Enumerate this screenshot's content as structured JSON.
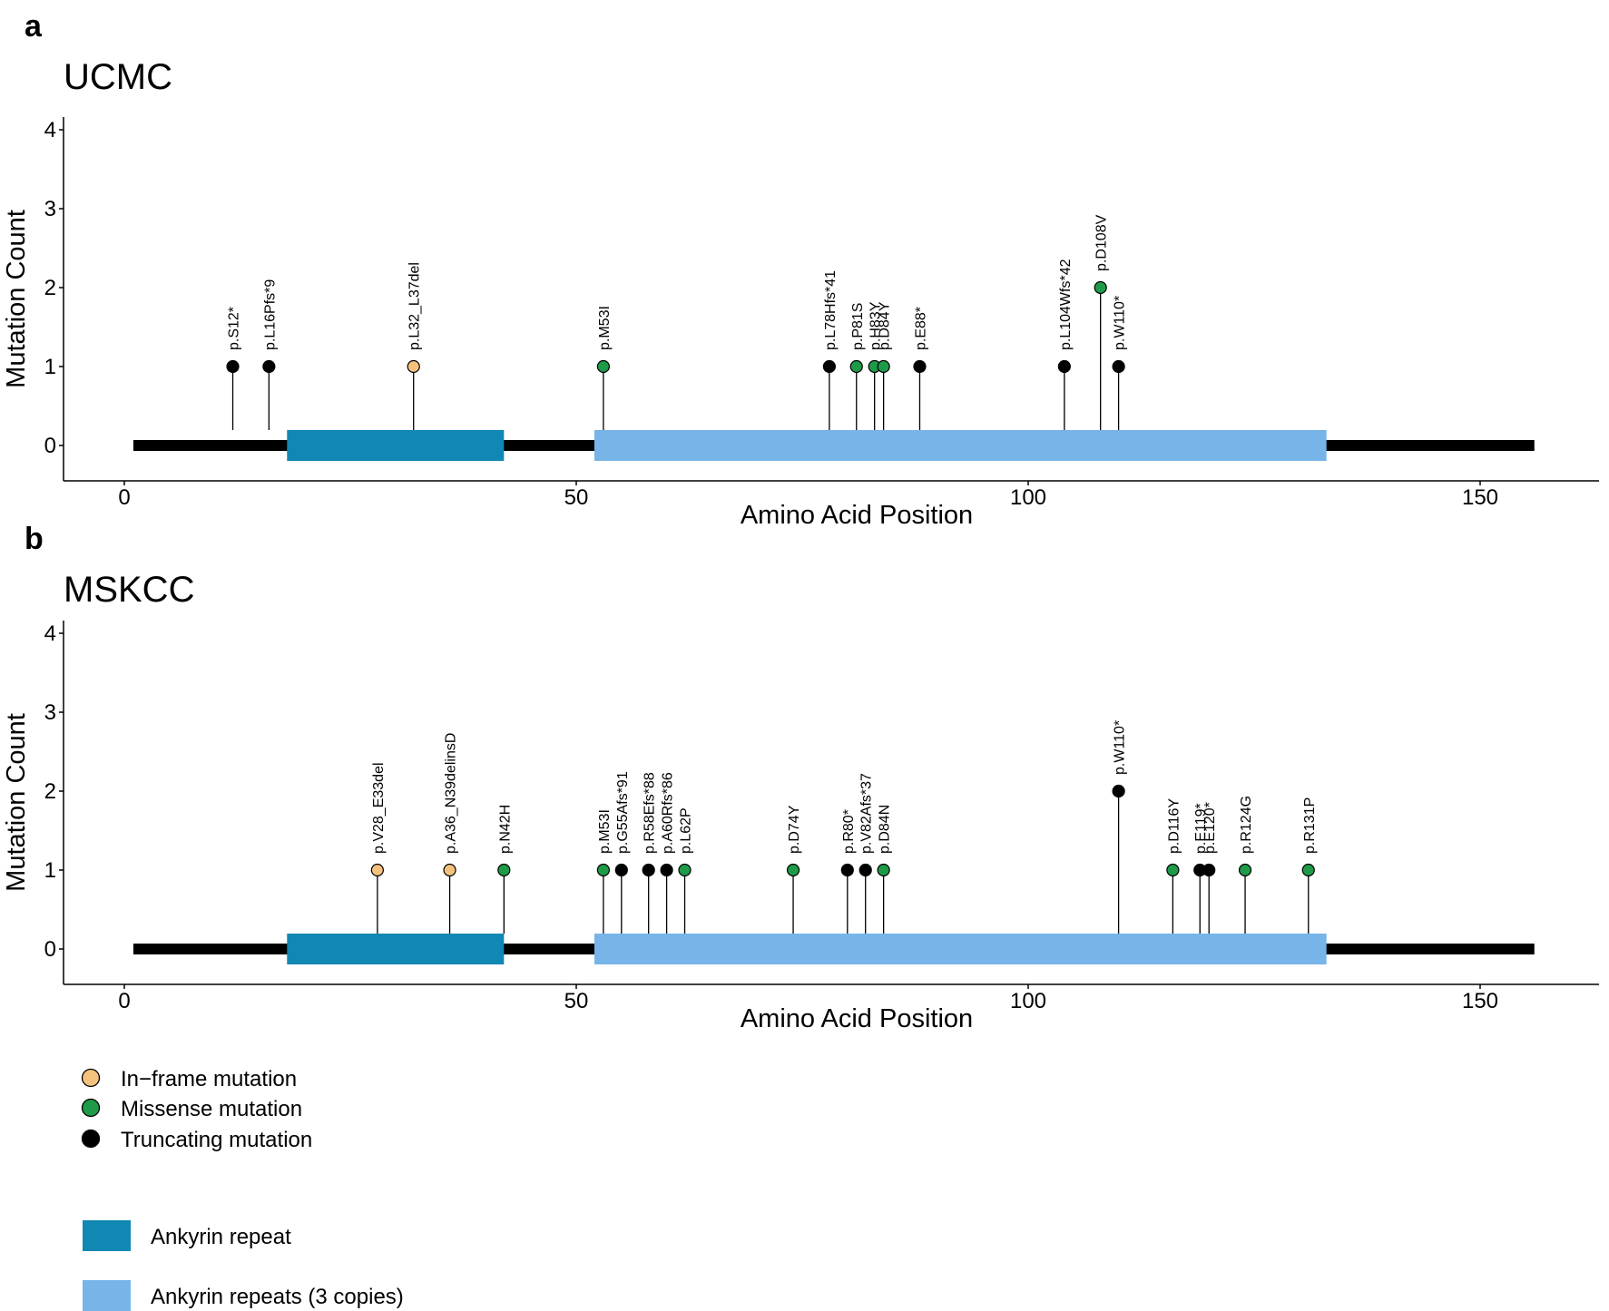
{
  "panels": [
    {
      "letter": "a",
      "title": "UCMC",
      "xlabel": "Amino Acid Position",
      "ylabel": "Mutation Count",
      "xticks": [
        "0",
        "50",
        "100",
        "150"
      ],
      "yticks": [
        "0",
        "1",
        "2",
        "3",
        "4"
      ]
    },
    {
      "letter": "b",
      "title": "MSKCC",
      "xlabel": "Amino Acid Position",
      "ylabel": "Mutation Count",
      "xticks": [
        "0",
        "50",
        "100",
        "150"
      ],
      "yticks": [
        "0",
        "1",
        "2",
        "3",
        "4"
      ]
    }
  ],
  "legend": {
    "mutation_types": [
      {
        "key": "inframe",
        "label": "In−frame mutation",
        "color": "#F5C27E"
      },
      {
        "key": "missense",
        "label": "Missense mutation",
        "color": "#1E9A48"
      },
      {
        "key": "truncating",
        "label": "Truncating mutation",
        "color": "#000000"
      }
    ],
    "domains": [
      {
        "key": "ank1",
        "label": "Ankyrin repeat",
        "color": "#1187B3"
      },
      {
        "key": "ank3",
        "label": "Ankyrin repeats (3 copies)",
        "color": "#77B5E8"
      }
    ]
  },
  "chart_data": [
    {
      "type": "lollipop",
      "title": "UCMC",
      "xlabel": "Amino Acid Position",
      "ylabel": "Mutation Count",
      "xlim": [
        -7,
        162
      ],
      "ylim": [
        -0.45,
        4.2
      ],
      "protein_length": 156,
      "domains": [
        {
          "name": "Ankyrin repeat",
          "start": 18,
          "end": 42,
          "color": "#1187B3"
        },
        {
          "name": "Ankyrin repeats (3 copies)",
          "start": 52,
          "end": 133,
          "color": "#77B5E8"
        }
      ],
      "mutations": [
        {
          "label": "p.S12*",
          "position": 12,
          "count": 1,
          "type": "truncating"
        },
        {
          "label": "p.L16Pfs*9",
          "position": 16,
          "count": 1,
          "type": "truncating"
        },
        {
          "label": "p.L32_L37del",
          "position": 32,
          "count": 1,
          "type": "inframe"
        },
        {
          "label": "p.M53I",
          "position": 53,
          "count": 1,
          "type": "missense"
        },
        {
          "label": "p.L78Hfs*41",
          "position": 78,
          "count": 1,
          "type": "truncating"
        },
        {
          "label": "p.P81S",
          "position": 81,
          "count": 1,
          "type": "missense"
        },
        {
          "label": "p.H83Y",
          "position": 83,
          "count": 1,
          "type": "missense"
        },
        {
          "label": "p.D84Y",
          "position": 84,
          "count": 1,
          "type": "missense"
        },
        {
          "label": "p.E88*",
          "position": 88,
          "count": 1,
          "type": "truncating"
        },
        {
          "label": "p.L104Wfs*42",
          "position": 104,
          "count": 1,
          "type": "truncating"
        },
        {
          "label": "p.D108V",
          "position": 108,
          "count": 2,
          "type": "missense"
        },
        {
          "label": "p.W110*",
          "position": 110,
          "count": 1,
          "type": "truncating"
        }
      ]
    },
    {
      "type": "lollipop",
      "title": "MSKCC",
      "xlabel": "Amino Acid Position",
      "ylabel": "Mutation Count",
      "xlim": [
        -7,
        162
      ],
      "ylim": [
        -0.45,
        4.2
      ],
      "protein_length": 156,
      "domains": [
        {
          "name": "Ankyrin repeat",
          "start": 18,
          "end": 42,
          "color": "#1187B3"
        },
        {
          "name": "Ankyrin repeats (3 copies)",
          "start": 52,
          "end": 133,
          "color": "#77B5E8"
        }
      ],
      "mutations": [
        {
          "label": "p.V28_E33del",
          "position": 28,
          "count": 1,
          "type": "inframe"
        },
        {
          "label": "p.A36_N39delinsD",
          "position": 36,
          "count": 1,
          "type": "inframe"
        },
        {
          "label": "p.N42H",
          "position": 42,
          "count": 1,
          "type": "missense"
        },
        {
          "label": "p.M53I",
          "position": 53,
          "count": 1,
          "type": "missense"
        },
        {
          "label": "p.G55Afs*91",
          "position": 55,
          "count": 1,
          "type": "truncating"
        },
        {
          "label": "p.R58Efs*88",
          "position": 58,
          "count": 1,
          "type": "truncating"
        },
        {
          "label": "p.A60Rfs*86",
          "position": 60,
          "count": 1,
          "type": "truncating"
        },
        {
          "label": "p.L62P",
          "position": 62,
          "count": 1,
          "type": "missense"
        },
        {
          "label": "p.D74Y",
          "position": 74,
          "count": 1,
          "type": "missense"
        },
        {
          "label": "p.R80*",
          "position": 80,
          "count": 1,
          "type": "truncating"
        },
        {
          "label": "p.V82Afs*37",
          "position": 82,
          "count": 1,
          "type": "truncating"
        },
        {
          "label": "p.D84N",
          "position": 84,
          "count": 1,
          "type": "missense"
        },
        {
          "label": "p.W110*",
          "position": 110,
          "count": 2,
          "type": "truncating"
        },
        {
          "label": "p.D116Y",
          "position": 116,
          "count": 1,
          "type": "missense"
        },
        {
          "label": "p.E119*",
          "position": 119,
          "count": 1,
          "type": "truncating"
        },
        {
          "label": "p.E120*",
          "position": 120,
          "count": 1,
          "type": "truncating"
        },
        {
          "label": "p.R124G",
          "position": 124,
          "count": 1,
          "type": "missense"
        },
        {
          "label": "p.R131P",
          "position": 131,
          "count": 1,
          "type": "missense"
        }
      ]
    }
  ]
}
